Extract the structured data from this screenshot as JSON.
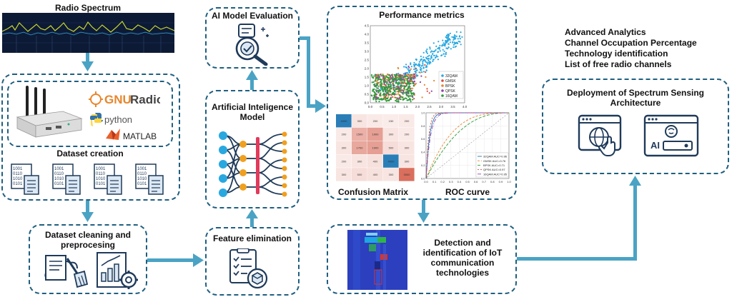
{
  "radio_spectrum": {
    "title": "Radio Spectrum"
  },
  "dataset_creation": {
    "title": "Dataset creation",
    "gnuradio_gnu": "GNU",
    "gnuradio_radio": "Radio",
    "python_label": "python",
    "matlab_label": "MATLAB"
  },
  "dataset_cleaning": {
    "title_line1": "Dataset cleaning and",
    "title_line2": "preprocesing"
  },
  "feature_elimination": {
    "title": "Feature elimination"
  },
  "ai_model": {
    "title_line1": "Artificial Inteligence",
    "title_line2": "Model"
  },
  "ai_evaluation": {
    "title": "AI Model Evaluation"
  },
  "performance": {
    "title": "Performance metrics",
    "confusion_label": "Confusion Matrix",
    "roc_label": "ROC curve"
  },
  "detection": {
    "line1": "Detection and",
    "line2": "identification of IoT",
    "line3": "communication",
    "line4": "technologies"
  },
  "analytics": {
    "items": [
      "Advanced Analytics",
      "Channel Occupation Percentage",
      "Technology identification",
      "List of free radio channels"
    ]
  },
  "deployment": {
    "title_line1": "Deployment of Spectrum Sensing",
    "title_line2": "Architecture",
    "ai_label": "AI"
  },
  "colors": {
    "accent": "#4aa3c4",
    "border": "#1f5f80"
  },
  "chart_data": [
    {
      "type": "scatter",
      "title": "",
      "xlabel": "",
      "ylabel": "",
      "xlim": [
        0,
        4.0
      ],
      "ylim": [
        0,
        4.5
      ],
      "x_ticks": [
        "0.0",
        "0.5",
        "1.0",
        "1.5",
        "2.0",
        "2.5",
        "3.0",
        "3.5",
        "4.0"
      ],
      "y_ticks": [
        "0.0",
        "0.5",
        "1.0",
        "1.5",
        "2.0",
        "2.5",
        "3.0",
        "3.5",
        "4.0",
        "4.5"
      ],
      "legend_position": "right",
      "series": [
        {
          "name": "32QAM",
          "color": "#29a8e0"
        },
        {
          "name": "GMSK",
          "color": "#d94b3b"
        },
        {
          "name": "BPSK",
          "color": "#e8862c"
        },
        {
          "name": "QPSK",
          "color": "#8e44ad"
        },
        {
          "name": "16QAM",
          "color": "#2e9b3a"
        }
      ]
    },
    {
      "type": "heatmap",
      "title": "Confusion Matrix",
      "values": [
        [
          4000,
          300,
          200,
          150,
          200
        ],
        [
          200,
          1500,
          1900,
          300,
          200
        ],
        [
          300,
          1700,
          1900,
          500,
          300
        ],
        [
          200,
          300,
          400,
          4000,
          300
        ],
        [
          300,
          500,
          400,
          300,
          3000
        ]
      ]
    },
    {
      "type": "line",
      "title": "ROC curve",
      "xlim": [
        0,
        1.0
      ],
      "ylim": [
        0,
        1.0
      ],
      "x_ticks": [
        "0.0",
        "0.1",
        "0.2",
        "0.3",
        "0.4",
        "0.5",
        "0.6",
        "0.7",
        "0.8",
        "0.9",
        "1.0"
      ],
      "y_ticks": [
        "0.0",
        "0.2",
        "0.4",
        "0.6",
        "0.8",
        "1.0"
      ],
      "series": [
        {
          "name": "32QAM AUC=0.96",
          "auc": 0.96,
          "color": "#1f77b4",
          "dash": ""
        },
        {
          "name": "GMSK AUC=0.76",
          "auc": 0.76,
          "color": "#e8862c",
          "dash": "3,2"
        },
        {
          "name": "BPSK AUC=0.71",
          "auc": 0.71,
          "color": "#2e9b3a",
          "dash": "4,2"
        },
        {
          "name": "QPSK AUC=0.97",
          "auc": 0.97,
          "color": "#d94b3b",
          "dash": "2,2"
        },
        {
          "name": "16QAM AUC=0.95",
          "auc": 0.95,
          "color": "#8e44ad",
          "dash": "5,2,1,2"
        }
      ]
    }
  ]
}
